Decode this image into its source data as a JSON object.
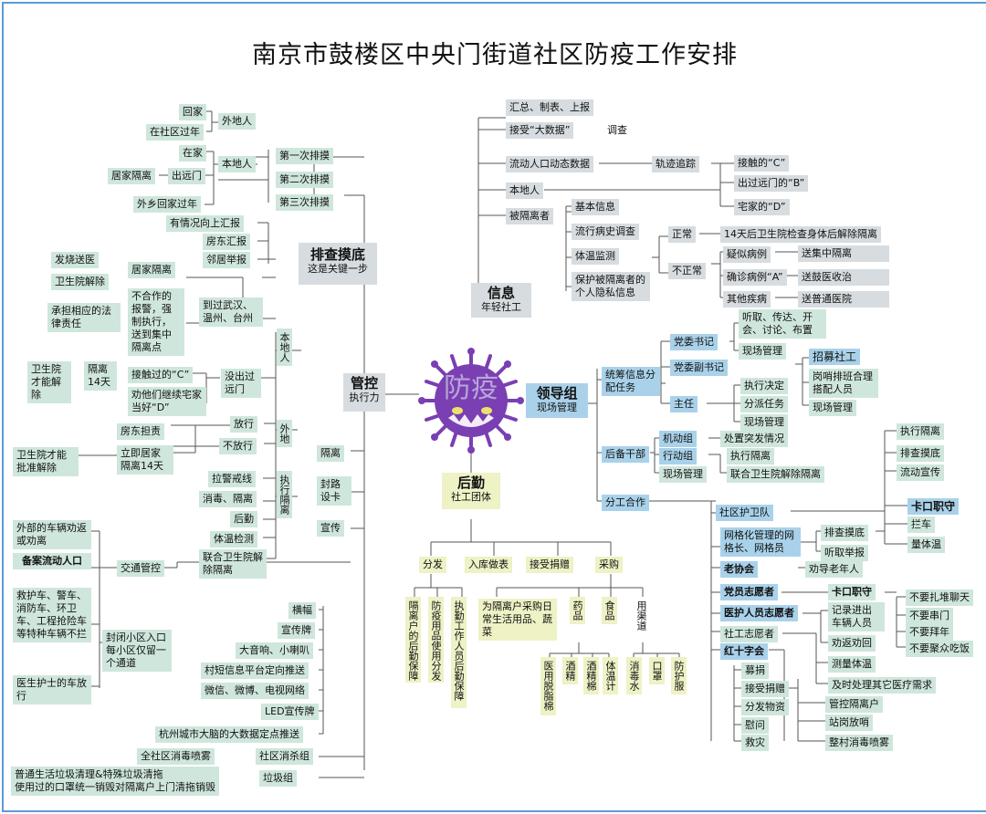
{
  "title": "南京市鼓楼区中央门街道社区防疫工作安排",
  "center": {
    "label": "防疫"
  },
  "hubs": {
    "screen": {
      "title": "排查摸底",
      "subtitle": "这是关键一步"
    },
    "control": {
      "title": "管控",
      "subtitle": "执行力"
    },
    "info": {
      "title": "信息",
      "subtitle": "年轻社工"
    },
    "leader": {
      "title": "领导组",
      "subtitle": "现场管理"
    },
    "logistics": {
      "title": "后勤",
      "subtitle": "社工团体"
    }
  },
  "screen": {
    "rounds": [
      "第一次排摸",
      "第二次排摸",
      "第三次排摸"
    ],
    "outsider": {
      "label": "外地人",
      "items": [
        "回家",
        "在社区过年"
      ]
    },
    "local": {
      "label": "本地人",
      "items": [
        "在家",
        "出远门",
        "外乡回家过年"
      ],
      "quarantine": "居家隔离"
    },
    "sources": [
      "有情况向上汇报",
      "房东汇报",
      "邻居举报"
    ]
  },
  "control": {
    "locals": "本地人",
    "outsiders": "外地",
    "quarantine_team": "执行隔离",
    "isolate": "隔离",
    "roadblock": "封路设卡",
    "publicity": "宣传",
    "fever": "发烧送医",
    "clinic_release": "卫生院解除",
    "home_q": "居家隔离",
    "legal": "承担相应的法律责任",
    "refuse": "不合作的报警，强制执行，送到集中隔离点",
    "trip": "到过武汉、温州、台州",
    "clinic_lift": "卫生院才能解除",
    "quarantine14": "隔离14天",
    "contact_c": "接触过的“C”",
    "mobile_d": "劝他们继续宅家当好“D”",
    "not_left": "没出过远门",
    "landlord": "房东担责",
    "release": "放行",
    "no_release": "不放行",
    "clinic_approve": "卫生院才能批准解除",
    "home14": "立即居家隔离14天",
    "tasks": [
      "拉警戒线",
      "消毒、隔离",
      "后勤",
      "体温检测",
      "联合卫生院解除隔离"
    ],
    "vehicles_back": "外部的车辆劝返或劝离",
    "record": "备案流动人口",
    "special": "救护车、警车、消防车、环卫车、工程抢险车等特种车辆不拦",
    "traffic": "交通管控",
    "gate": "封闭小区入口每小区仅留一个通道",
    "doctor": "医生护士的车放行",
    "media": [
      "横幅",
      "宣传牌",
      "大音响、小喇叭",
      "村短信息平台定向推送",
      "微信、微博、电视网络",
      "LED宣传牌",
      "杭州城市大脑的大数据定点推送"
    ],
    "spray": "全社区消毒喷雾",
    "disinfect_team": "社区消杀组",
    "garbage_note": "普通生活垃圾清理&特殊垃圾清拖\n使用过的口罩统一销毁对隔离户上门清拖销毁",
    "garbage_team": "垃圾组"
  },
  "info": {
    "summary": "汇总、制表、上报",
    "bigdata": "接受“大数据”",
    "survey": "调查",
    "flow": "流动人口动态数据",
    "track": "轨迹追踪",
    "local": "本地人",
    "contacts": [
      "接触的“C”",
      "出过远门的“B”",
      "宅家的“D”"
    ],
    "quarantined": "被隔离者",
    "basic": "基本信息",
    "history": "流行病史调查",
    "temp": "体温监测",
    "privacy": "保护被隔离者的个人隐私信息",
    "normal": "正常",
    "normal_act": "14天后卫生院检查身体后解除隔离",
    "abnormal": "不正常",
    "cases": [
      "疑似病例",
      "确诊病例“A”",
      "其他疾病"
    ],
    "case_act": [
      "送集中隔离",
      "送鼓医收治",
      "送普通医院"
    ]
  },
  "leader": {
    "coord": "统筹信息分配任务",
    "backup": "后备干部",
    "division": "分工合作",
    "secretary": "党委书记",
    "sec_items": [
      "听取、传达、开会、讨论、布置",
      "现场管理"
    ],
    "deputy": "党委副书记",
    "deputy_items": [
      "招募社工",
      "岗哨排班合理搭配人员",
      "现场管理"
    ],
    "director": "主任",
    "director_items": [
      "执行决定",
      "分派任务",
      "现场管理"
    ],
    "mobile_team": "机动组",
    "mobile_act": "处置突发情况",
    "action_team": "行动组",
    "action_act": [
      "执行隔离",
      "联合卫生院解除隔离"
    ],
    "field": "现场管理",
    "guard": "社区护卫队",
    "guard_items": [
      "执行隔离",
      "排查摸底",
      "流动宣传"
    ],
    "grid": "网格化管理的网格长、网格员",
    "grid_items": [
      "排查摸底",
      "听取举报"
    ],
    "checkpoint": "卡口职守",
    "checkpoint_items": [
      "拦车",
      "量体温"
    ],
    "elder": "老协会",
    "elder_act": "劝导老年人",
    "party_vol": "党员志愿者",
    "party_post": "卡口职守",
    "party_rules": [
      "不要扎堆聊天",
      "不要串门",
      "不要拜年",
      "不要聚众吃饭"
    ],
    "med_vol": "医护人员志愿者",
    "med_items": [
      "记录进出车辆人员",
      "劝返劝回"
    ],
    "social_vol": "社工志愿者",
    "social_items": [
      "测量体温",
      "及时处理其它医疗需求"
    ],
    "red_cross": "红十字会",
    "rc_items": [
      "募捐",
      "接受捐赠",
      "分发物资",
      "慰问",
      "救灾"
    ],
    "rc_side": [
      "管控隔离户",
      "站岗放哨",
      "整村消毒喷雾"
    ]
  },
  "logistics": {
    "cats": [
      "分发",
      "入库做表",
      "接受捐赠",
      "采购"
    ],
    "dist": [
      "隔离户的后勤保障",
      "防疫用品使用分发",
      "执勤工作人员后勤保障"
    ],
    "purchase": "为隔离户采购日常生活用品、蔬菜",
    "medicine": "药品",
    "food": "食品",
    "channel": "用渠道",
    "med_items": [
      "医用脱脂棉",
      "酒精",
      "酒精棉",
      "体温计"
    ],
    "ch_items": [
      "消毒水",
      "口罩",
      "防护服"
    ]
  },
  "colors": {
    "frame": "#5b9bd5",
    "green": "#cfe6dc",
    "gray": "#d6dcdf",
    "blue": "#a9d2ea",
    "yellow": "#eef2c5",
    "virus": "#7a3fb3"
  }
}
